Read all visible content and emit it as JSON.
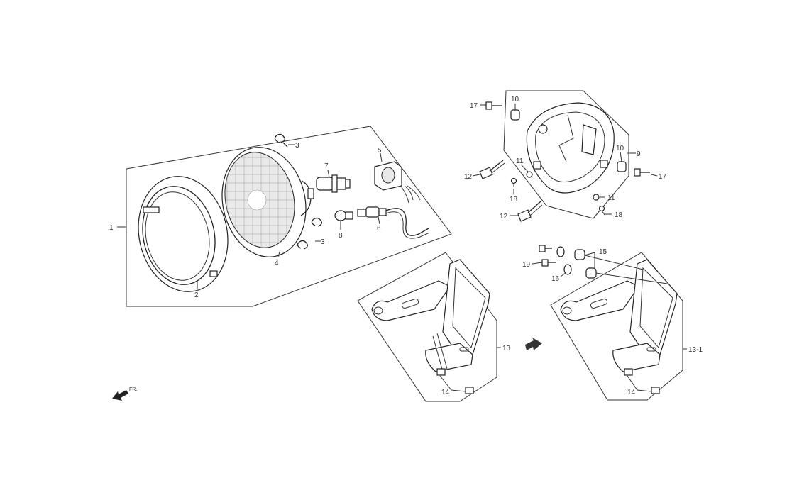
{
  "callouts": [
    {
      "id": "1",
      "text": "1"
    },
    {
      "id": "2",
      "text": "2"
    },
    {
      "id": "3a",
      "text": "3"
    },
    {
      "id": "3b",
      "text": "3"
    },
    {
      "id": "4",
      "text": "4"
    },
    {
      "id": "5",
      "text": "5"
    },
    {
      "id": "6",
      "text": "6"
    },
    {
      "id": "7",
      "text": "7"
    },
    {
      "id": "8",
      "text": "8"
    },
    {
      "id": "9",
      "text": "9"
    },
    {
      "id": "10a",
      "text": "10"
    },
    {
      "id": "10b",
      "text": "10"
    },
    {
      "id": "11a",
      "text": "11"
    },
    {
      "id": "11b",
      "text": "11"
    },
    {
      "id": "12a",
      "text": "12"
    },
    {
      "id": "12b",
      "text": "12"
    },
    {
      "id": "13",
      "text": "13"
    },
    {
      "id": "13-1",
      "text": "13-1"
    },
    {
      "id": "14a",
      "text": "14"
    },
    {
      "id": "14b",
      "text": "14"
    },
    {
      "id": "15",
      "text": "15"
    },
    {
      "id": "16",
      "text": "16"
    },
    {
      "id": "17a",
      "text": "17"
    },
    {
      "id": "17b",
      "text": "17"
    },
    {
      "id": "18a",
      "text": "18"
    },
    {
      "id": "18b",
      "text": "18"
    },
    {
      "id": "19",
      "text": "19"
    }
  ],
  "direction_label": "FR."
}
